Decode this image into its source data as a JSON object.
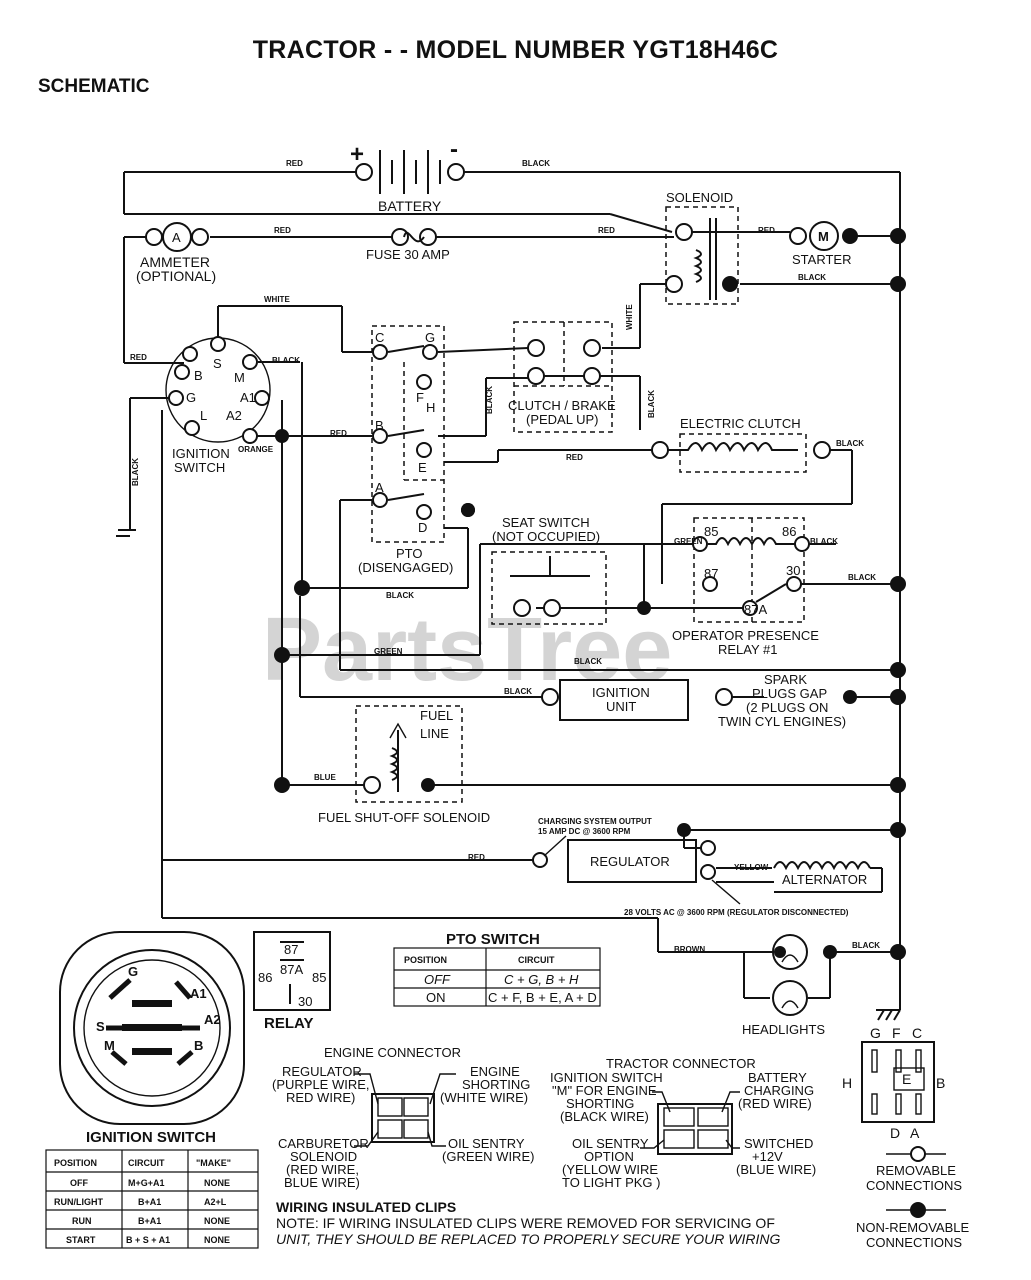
{
  "title": "TRACTOR - - MODEL NUMBER YGT18H46C",
  "section": "SCHEMATIC",
  "watermark": "PartsTree",
  "components": {
    "battery": "BATTERY",
    "battery_pos": "+",
    "battery_neg": "-",
    "solenoid": "SOLENOID",
    "starter": "STARTER",
    "starter_m": "M",
    "ammeter": "AMMETER",
    "ammeter_opt": "(OPTIONAL)",
    "ammeter_a": "A",
    "fuse": "FUSE 30 AMP",
    "ignition_switch_1": "IGNITION",
    "ignition_switch_2": "SWITCH",
    "pto_1": "PTO",
    "pto_2": "(DISENGAGED)",
    "clutch_brake_1": "CLUTCH / BRAKE",
    "clutch_brake_2": "(PEDAL UP)",
    "electric_clutch": "ELECTRIC CLUTCH",
    "seat_switch_1": "SEAT SWITCH",
    "seat_switch_2": "(NOT OCCUPIED)",
    "relay_1": "OPERATOR PRESENCE",
    "relay_2": "RELAY #1",
    "ignition_unit_1": "IGNITION",
    "ignition_unit_2": "UNIT",
    "spark_1": "SPARK",
    "spark_2": "PLUGS GAP",
    "spark_3": "(2 PLUGS ON",
    "spark_4": "TWIN CYL  ENGINES)",
    "fuel_1": "FUEL",
    "fuel_2": "LINE",
    "fuel_solenoid": "FUEL SHUT-OFF SOLENOID",
    "charging_1": "CHARGING SYSTEM OUTPUT",
    "charging_2": "15 AMP DC @ 3600 RPM",
    "regulator": "REGULATOR",
    "alternator": "ALTERNATOR",
    "ac_note": "28 VOLTS AC @ 3600 RPM (REGULATOR DISCONNECTED)",
    "headlights": "HEADLIGHTS"
  },
  "wires": {
    "red": "RED",
    "black": "BLACK",
    "white": "WHITE",
    "orange": "ORANGE",
    "green": "GREEN",
    "blue": "BLUE",
    "yellow": "YELLOW",
    "brown": "BROWN"
  },
  "terminals": {
    "ign": [
      "B",
      "S",
      "M",
      "G",
      "A1",
      "L",
      "A2"
    ],
    "pto": [
      "C",
      "G",
      "F",
      "H",
      "B",
      "E",
      "A",
      "D"
    ],
    "relay": [
      "85",
      "86",
      "87",
      "30",
      "87A"
    ]
  },
  "relay_box": {
    "label": "RELAY",
    "pins": [
      "87",
      "86",
      "87A",
      "85",
      "30"
    ]
  },
  "pto_table": {
    "title": "PTO SWITCH",
    "headers": [
      "POSITION",
      "CIRCUIT"
    ],
    "rows": [
      [
        "OFF",
        "C + G, B + H"
      ],
      [
        "ON",
        "C + F, B + E, A + D"
      ]
    ]
  },
  "ign_table": {
    "title": "IGNITION SWITCH",
    "headers": [
      "POSITION",
      "CIRCUIT",
      "\"MAKE\""
    ],
    "rows": [
      [
        "OFF",
        "M+G+A1",
        "NONE"
      ],
      [
        "RUN/LIGHT",
        "B+A1",
        "A2+L"
      ],
      [
        "RUN",
        "B+A1",
        "NONE"
      ],
      [
        "START",
        "B + S + A1",
        "NONE"
      ]
    ]
  },
  "ign_face": [
    "G",
    "A1",
    "S",
    "A2",
    "M",
    "B"
  ],
  "engine_connector": {
    "title": "ENGINE CONNECTOR",
    "left_top": [
      "REGULATOR",
      "(PURPLE WIRE,",
      "RED WIRE)"
    ],
    "right_top": [
      "ENGINE",
      "SHORTING",
      "(WHITE WIRE)"
    ],
    "left_bottom": [
      "CARBURETOR",
      "SOLENOID",
      "(RED WIRE,",
      "BLUE WIRE)"
    ],
    "right_bottom": [
      "OIL SENTRY",
      "(GREEN WIRE)"
    ]
  },
  "tractor_connector": {
    "title": "TRACTOR CONNECTOR",
    "left_top": [
      "IGNITION SWITCH",
      "\"M\" FOR ENGINE",
      "SHORTING",
      "(BLACK WIRE)"
    ],
    "right_top": [
      "BATTERY",
      "CHARGING",
      "(RED WIRE)"
    ],
    "left_bottom": [
      "OIL SENTRY",
      "OPTION",
      "(YELLOW WIRE",
      "TO LIGHT PKG )"
    ],
    "right_bottom": [
      "SWITCHED",
      "+12V",
      "(BLUE WIRE)"
    ]
  },
  "clips": {
    "title": "WIRING INSULATED CLIPS",
    "note_1": "NOTE: IF WIRING INSULATED CLIPS WERE REMOVED FOR SERVICING OF",
    "note_2": "UNIT, THEY SHOULD BE REPLACED TO PROPERLY SECURE YOUR WIRING"
  },
  "plug": {
    "top": [
      "G",
      "F",
      "C"
    ],
    "left": "H",
    "center": "E",
    "right": "B",
    "bottom": [
      "D",
      "A"
    ]
  },
  "legend": {
    "removable_1": "REMOVABLE",
    "removable_2": "CONNECTIONS",
    "nonremovable_1": "NON-REMOVABLE",
    "nonremovable_2": "CONNECTIONS"
  }
}
